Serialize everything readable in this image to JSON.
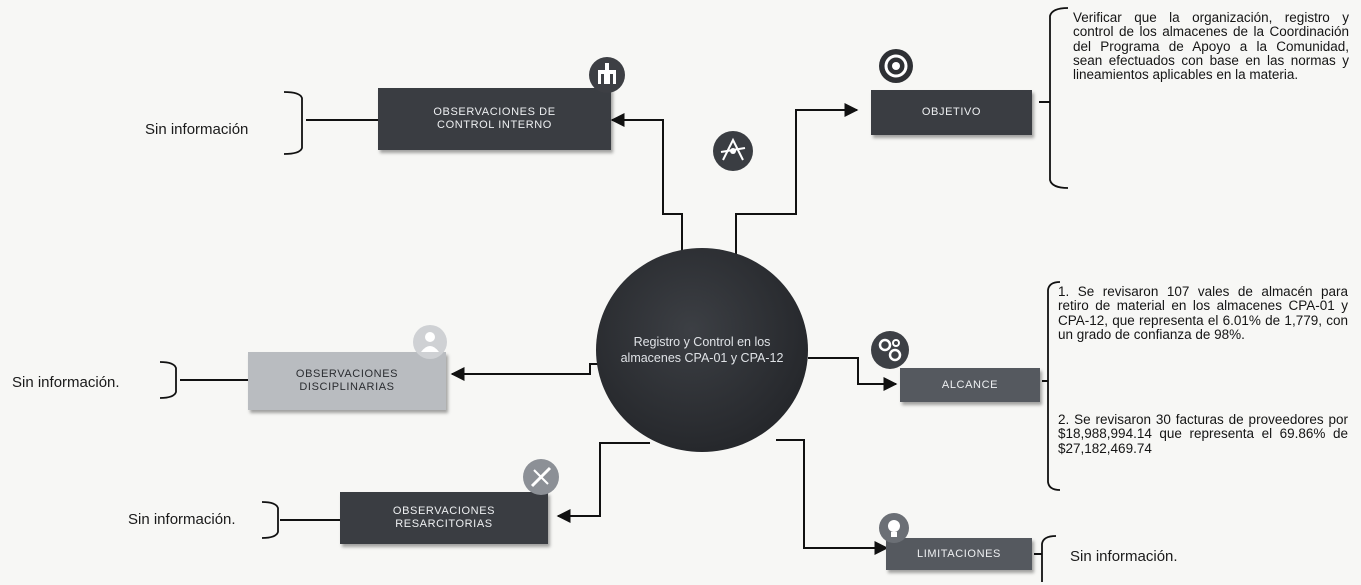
{
  "center": {
    "label": "Registro y Control en los almacenes CPA-01 y CPA-12"
  },
  "nodes": {
    "control_interno": {
      "label": "OBSERVACIONES DE CONTROL INTERNO",
      "info": "Sin información"
    },
    "objetivo": {
      "label": "OBJETIVO",
      "text": "Verificar que la organización, registro y control de los almacenes de la Coordinación del Programa de Apoyo a la Comunidad, sean efectuados con base en las normas y lineamientos aplicables en la materia."
    },
    "disciplinarias": {
      "label": "OBSERVACIONES DISCIPLINARIAS",
      "info": "Sin información."
    },
    "alcance": {
      "label": "ALCANCE",
      "item1": "1.          Se revisaron 107 vales de almacén para retiro de material en los almacenes CPA-01 y CPA-12, que representa el 6.01% de 1,779, con un grado de confianza de 98%.",
      "item2": "2.          Se revisaron 30 facturas de proveedores por $18,988,994.14 que representa el 69.86% de $27,182,469.74"
    },
    "resarcitorias": {
      "label": "OBSERVACIONES RESARCITORIAS",
      "info": "Sin información."
    },
    "limitaciones": {
      "label": "LIMITACIONES",
      "info": "Sin información."
    }
  },
  "icons": [
    "building-icon",
    "target-icon",
    "scale-icon",
    "people-icon",
    "gears-icon",
    "tools-icon",
    "lightbulb-icon"
  ],
  "colors": {
    "dark": "#3a3d42",
    "mid": "#55595f",
    "light": "#b9bcc0",
    "hub": "#2a2c30"
  }
}
